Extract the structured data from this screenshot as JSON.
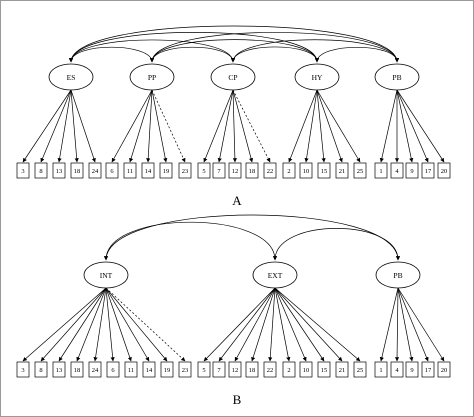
{
  "panel_a": {
    "label": "A",
    "factors": [
      {
        "id": "ES",
        "label": "ES",
        "items": [
          "3",
          "8",
          "13",
          "18",
          "24"
        ]
      },
      {
        "id": "PP",
        "label": "PP",
        "items": [
          "6",
          "11",
          "14",
          "19",
          "23"
        ],
        "dashed_item": "23"
      },
      {
        "id": "CP",
        "label": "CP",
        "items": [
          "5",
          "7",
          "12",
          "18",
          "22"
        ],
        "dashed_item": "22"
      },
      {
        "id": "HY",
        "label": "HY",
        "items": [
          "2",
          "10",
          "15",
          "21",
          "25"
        ]
      },
      {
        "id": "PB",
        "label": "PB",
        "items": [
          "1",
          "4",
          "9",
          "17",
          "20"
        ]
      }
    ],
    "correlations": [
      [
        "ES",
        "PP"
      ],
      [
        "ES",
        "CP"
      ],
      [
        "ES",
        "HY"
      ],
      [
        "ES",
        "PB"
      ],
      [
        "PP",
        "CP"
      ],
      [
        "PP",
        "HY"
      ],
      [
        "PP",
        "PB"
      ],
      [
        "CP",
        "HY"
      ],
      [
        "CP",
        "PB"
      ],
      [
        "HY",
        "PB"
      ]
    ]
  },
  "panel_b": {
    "label": "B",
    "factors": [
      {
        "id": "INT",
        "label": "INT",
        "items": [
          "3",
          "8",
          "13",
          "18",
          "24",
          "6",
          "11",
          "14",
          "19",
          "23"
        ],
        "dashed_item": "23"
      },
      {
        "id": "EXT",
        "label": "EXT",
        "items": [
          "5",
          "7",
          "12",
          "18",
          "22",
          "2",
          "10",
          "15",
          "21",
          "25"
        ],
        "dashed_item": "22"
      },
      {
        "id": "PB",
        "label": "PB",
        "items": [
          "1",
          "4",
          "9",
          "17",
          "20"
        ]
      }
    ],
    "correlations": [
      [
        "INT",
        "EXT"
      ],
      [
        "INT",
        "PB"
      ],
      [
        "EXT",
        "PB"
      ]
    ]
  }
}
